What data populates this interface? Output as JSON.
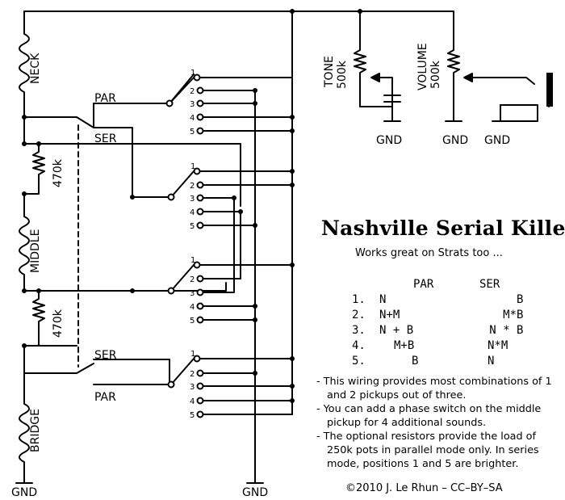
{
  "pickups": {
    "neck": "NECK",
    "middle": "MIDDLE",
    "bridge": "BRIDGE"
  },
  "resistors": {
    "upper": "470k",
    "lower": "470k"
  },
  "switch_labels": {
    "top_par": "PAR",
    "top_ser": "SER",
    "bottom_ser": "SER",
    "bottom_par": "PAR"
  },
  "switch_positions": [
    "1",
    "2",
    "3",
    "4",
    "5"
  ],
  "pots": {
    "tone_name": "TONE",
    "tone_value": "500k",
    "volume_name": "VOLUME",
    "volume_value": "500k"
  },
  "grounds": {
    "left": "GND",
    "center": "GND",
    "tone": "GND",
    "volume": "GND",
    "jack": "GND"
  },
  "title": "Nashville Serial Killer",
  "subtitle": "Works great on Strats too ...",
  "table": {
    "headers": [
      "PAR",
      "SER"
    ],
    "rows": [
      {
        "n": "1.",
        "par": "N",
        "ser": "B"
      },
      {
        "n": "2.",
        "par": "N+M",
        "ser": "M*B"
      },
      {
        "n": "3.",
        "par": "N + B",
        "ser": "N * B"
      },
      {
        "n": "4.",
        "par": "M+B",
        "ser": "N*M"
      },
      {
        "n": "5.",
        "par": "B",
        "ser": "N"
      }
    ]
  },
  "notes": [
    "- This wiring provides most combinations of 1 and 2 pickups out of three.",
    "- You can add a phase switch on the middle pickup for 4 additional sounds.",
    "- The optional resistors provide the load of 250k pots in parallel mode only. In series mode, positions 1 and 5 are brighter."
  ],
  "credit": "©2010 J. Le Rhun  – CC–BY–SA"
}
